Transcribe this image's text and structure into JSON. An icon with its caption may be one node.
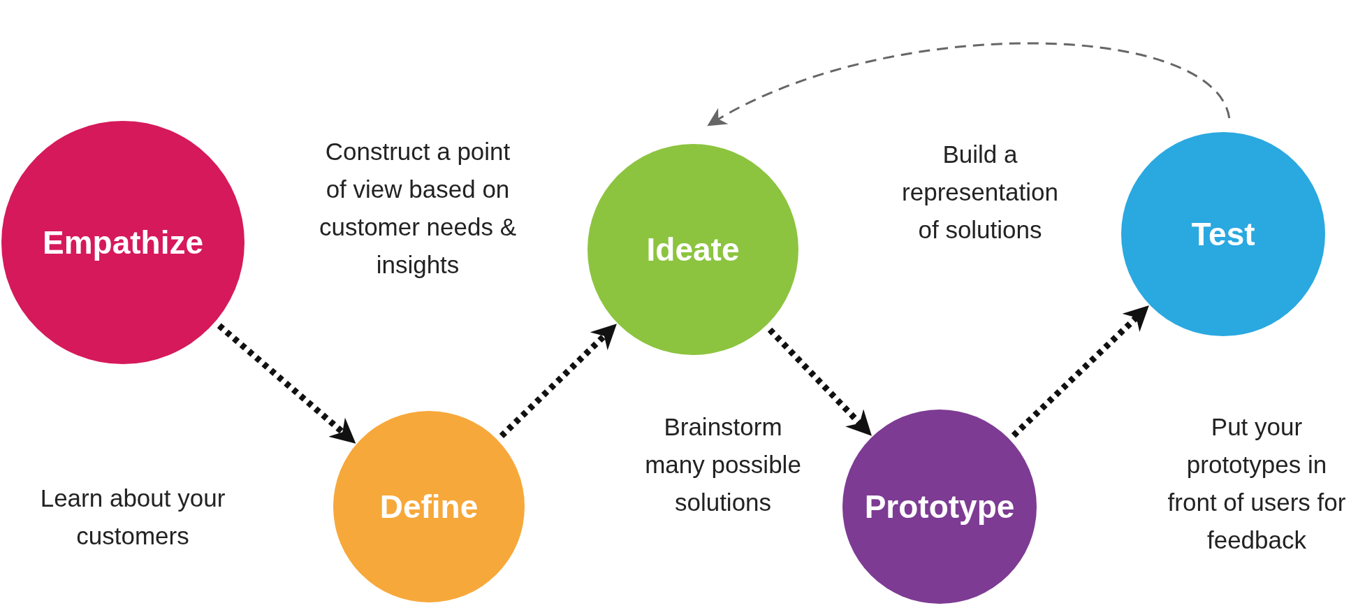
{
  "diagram": {
    "nodes": [
      {
        "text": [
          "Empathize"
        ]
      },
      {
        "text": [
          "Define"
        ]
      },
      {
        "text": [
          "Ideate"
        ]
      },
      {
        "text": [
          "Prototype"
        ]
      },
      {
        "text": [
          "Test"
        ]
      }
    ],
    "edges": [
      {
        "from": 0,
        "to": 1,
        "arrow": "to"
      },
      {
        "from": 1,
        "to": 2,
        "arrow": "to"
      },
      {
        "from": 2,
        "to": 3,
        "arrow": "to"
      },
      {
        "from": 3,
        "to": 4,
        "arrow": "to"
      },
      {
        "from": 4,
        "to": 2,
        "arrow": "to",
        "style": "dashed",
        "color": "#666666"
      }
    ],
    "labels": [
      "Construct a point of view based on customer needs & insights",
      "Build a representation of solutions",
      "Learn about your customers",
      "Brainstorm many possible solutions",
      "Put your prototypes in front of users for feedback"
    ]
  }
}
